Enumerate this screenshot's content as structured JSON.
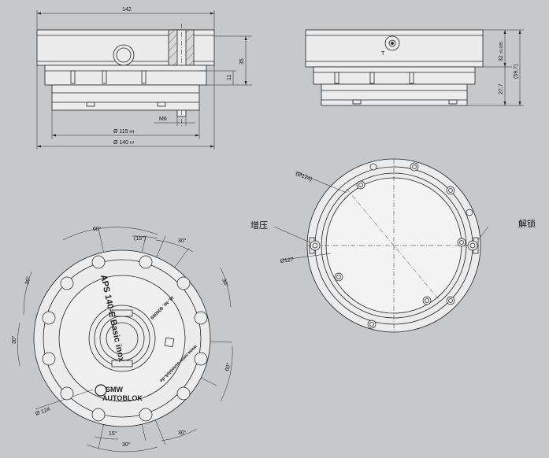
{
  "front_view": {
    "width_dim": "142",
    "height_35": "35",
    "height_11": "11",
    "thread": "M6",
    "dia_115": "Ø 115",
    "dia_115_tol": "h4",
    "dia_140": "Ø 140",
    "dia_140_tol": "h7"
  },
  "side_view": {
    "height_32": "32",
    "height_32_tol": "±0.005",
    "height_27_7": "27,7",
    "total_59_7": "(59,7)",
    "port_label": "T"
  },
  "bottom_view": {
    "dia_124": "(Ø124)",
    "dia_127": "Ø127",
    "clamp_label": "增压",
    "release_label": "解锁"
  },
  "top_view": {
    "angle_60_top": "60°",
    "angle_15_top": "(15°)",
    "angle_30_top_right": "30°",
    "angle_30_left_upper": "30°",
    "angle_30_right_upper": "30°",
    "angle_30_left": "30°",
    "angle_60_right": "60°",
    "angle_15_bottom": "15°",
    "angle_30_bottom": "30°",
    "angle_30_bottom_right": "30°",
    "dia_124": "Ø 124",
    "product_name": "APS 140-E Basic inox",
    "article_no": "Id.-Nr. 600069",
    "website": "www.smw-autoblok.de",
    "brand_smw": "SMW",
    "brand_autoblok": "AUTOBLOK"
  }
}
